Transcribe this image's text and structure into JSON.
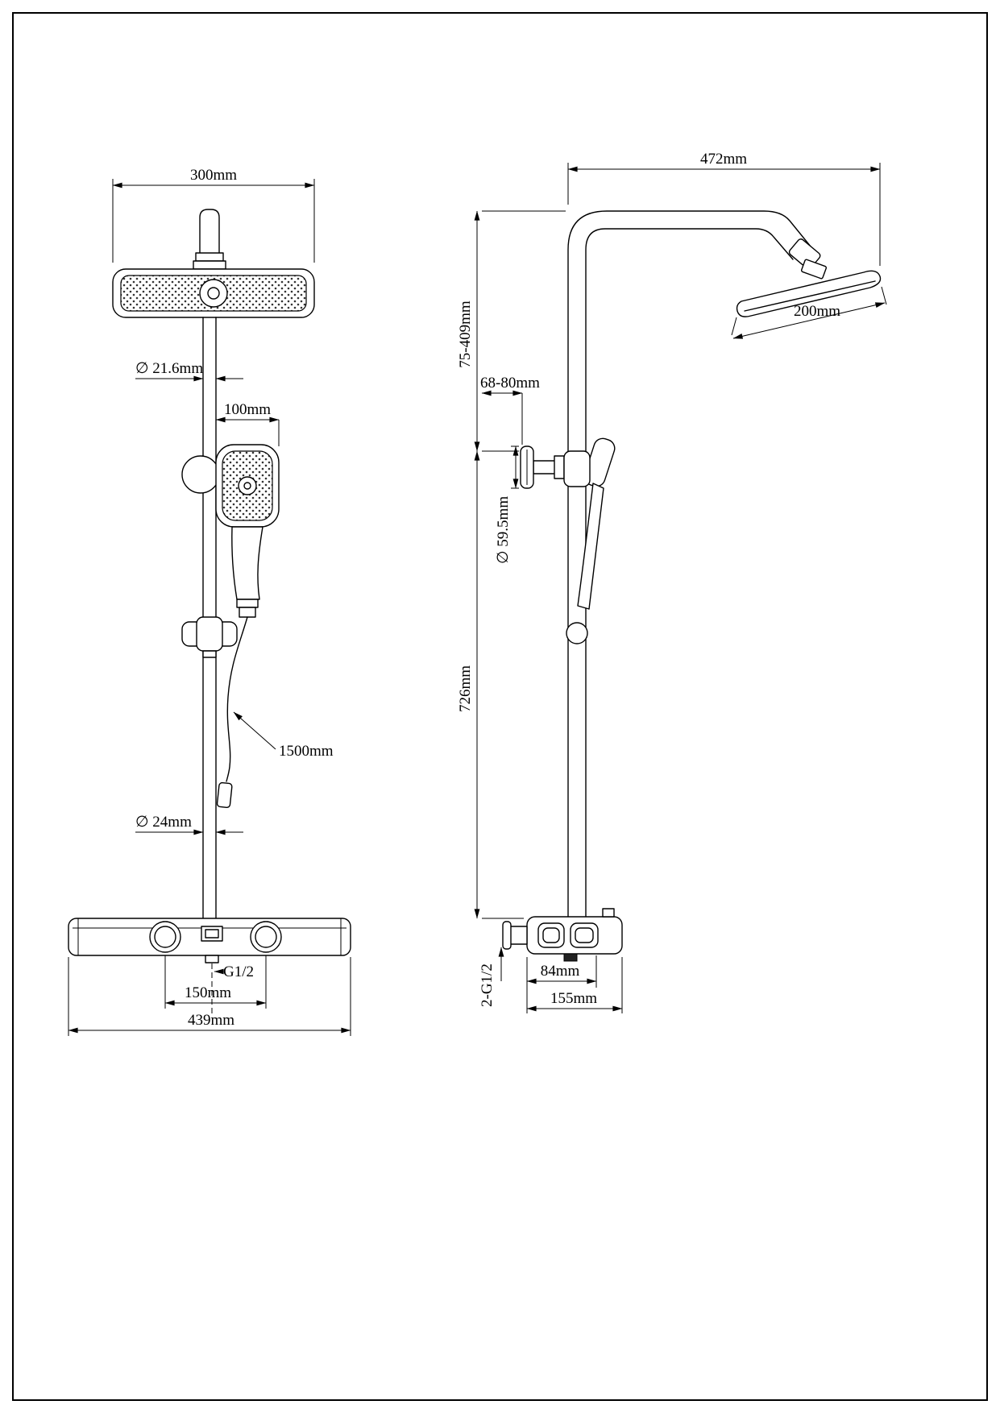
{
  "drawing": {
    "type": "technical-dimension-drawing",
    "subject": "thermostatic shower column, front and side elevation",
    "line_color": "#000000",
    "background": "#ffffff"
  },
  "views": {
    "front": {
      "label": "front-elevation",
      "dim_head_width": "300mm",
      "dim_pipe_diameter": "∅ 21.6mm",
      "dim_handshower_offset": "100mm",
      "dim_hose_length": "1500mm",
      "dim_lower_pipe_diameter": "∅ 24mm",
      "dim_outlet_thread": "G1/2",
      "dim_handle_spacing": "150mm",
      "dim_bar_width": "439mm"
    },
    "side": {
      "label": "side-elevation",
      "dim_arm_reach": "472mm",
      "dim_upper_pipe_height": "75-409mm",
      "dim_bracket_offset": "68-80mm",
      "dim_bracket_diameter": "∅ 59.5mm",
      "dim_lower_pipe_height": "726mm",
      "dim_head_depth": "200mm",
      "dim_inlet_thread": "2-G1/2",
      "dim_inlet_spacing": "84mm",
      "dim_body_depth": "155mm"
    }
  }
}
